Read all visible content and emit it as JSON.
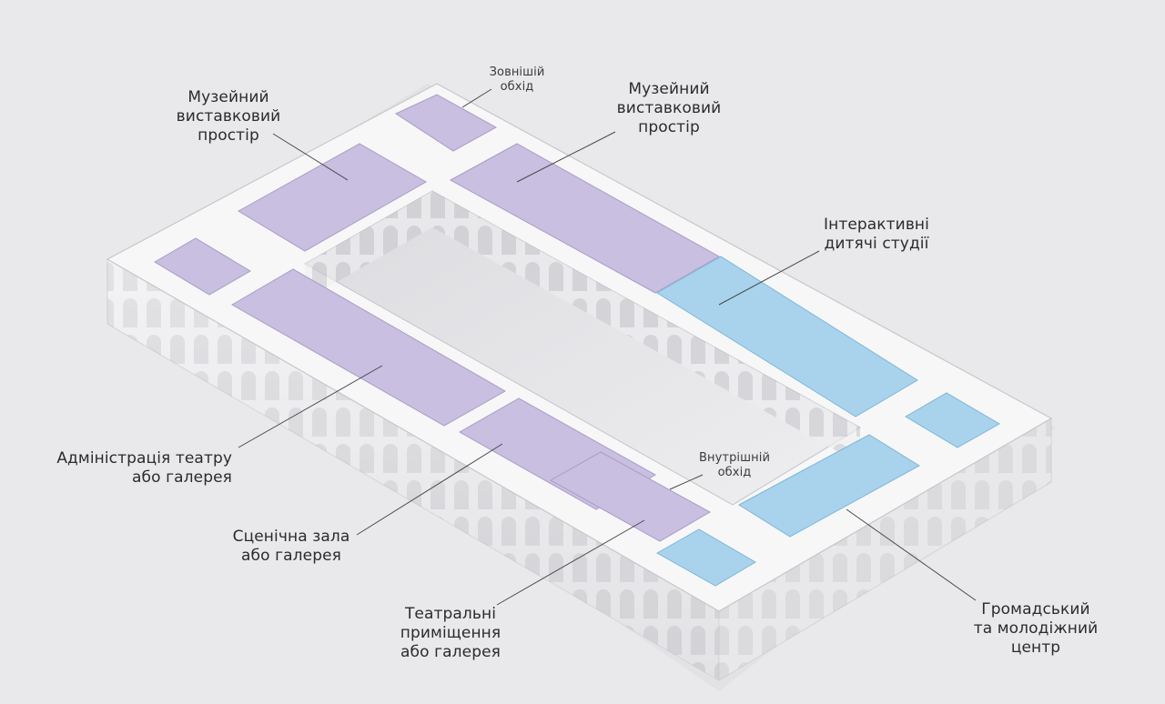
{
  "labels": {
    "museum_left": {
      "lines": [
        "Музейний",
        "виставковий",
        "простір"
      ]
    },
    "outer_walkway": {
      "lines": [
        "Зовнішій",
        "обхід"
      ]
    },
    "museum_right": {
      "lines": [
        "Музейний",
        "виставковий",
        "простір"
      ]
    },
    "kids_studios": {
      "lines": [
        "Інтерактивні",
        "дитячі студії"
      ]
    },
    "admin_theatre": {
      "lines": [
        "Адміністрація театру",
        "або галерея"
      ]
    },
    "inner_walkway": {
      "lines": [
        "Внутрішній",
        "обхід"
      ]
    },
    "stage_hall": {
      "lines": [
        "Сценічна зала",
        "або галерея"
      ]
    },
    "theatre_rooms": {
      "lines": [
        "Театральні",
        "приміщення",
        "або галерея"
      ]
    },
    "community_center": {
      "lines": [
        "Громадський",
        "та молодіжний",
        "центр"
      ]
    }
  },
  "colors": {
    "background": "#e9e9eb",
    "building": "#f5f5f6",
    "museum_zone": "#c9bfe0",
    "community_zone": "#a9d3ec"
  }
}
